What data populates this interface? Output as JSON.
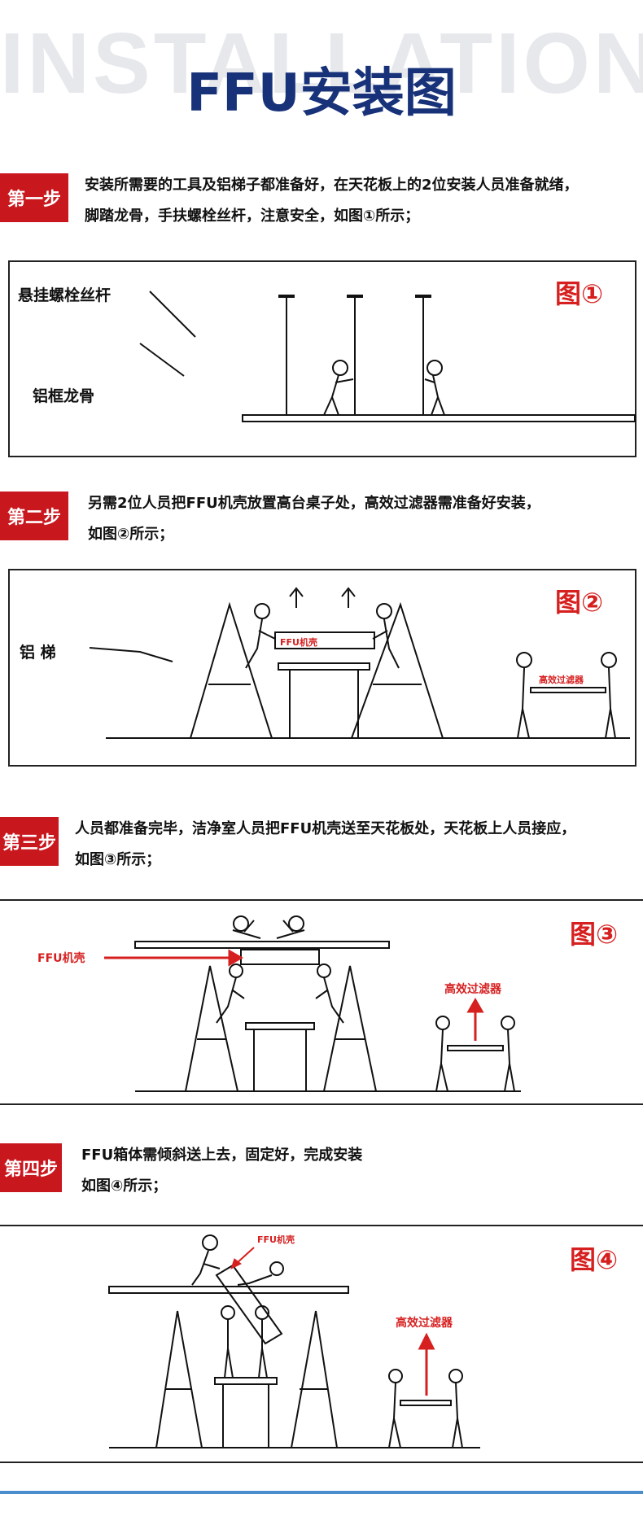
{
  "header": {
    "watermark": "INSTALLATION",
    "title": "FFU安装图"
  },
  "colors": {
    "step_badge": "#c9171e",
    "title": "#18327a",
    "figure_label": "#d61f1f",
    "footer_rule": "#4a8ccc"
  },
  "steps": [
    {
      "badge": "第一步",
      "line1": "安装所需要的工具及铝梯子都准备好，在天花板上的2位安装人员准备就绪，",
      "line2": "脚踏龙骨，手扶螺栓丝杆，注意安全，如图①所示；",
      "figure_label": "图①",
      "callouts": [
        "悬挂螺栓丝杆",
        "铝框龙骨"
      ]
    },
    {
      "badge": "第二步",
      "line1": "另需2位人员把FFU机壳放置高台桌子处，高效过滤器需准备好安装，",
      "line2": "如图②所示；",
      "figure_label": "图②",
      "callouts": [
        "铝 梯"
      ],
      "box_label": "FFU机壳",
      "filter_label": "高效过滤器"
    },
    {
      "badge": "第三步",
      "line1": "人员都准备完毕，洁净室人员把FFU机壳送至天花板处，天花板上人员接应，",
      "line2": "如图③所示；",
      "figure_label": "图③",
      "box_label": "FFU机壳",
      "filter_label": "高效过滤器"
    },
    {
      "badge": "第四步",
      "line1": "FFU箱体需倾斜送上去，固定好，完成安装",
      "line2": "如图④所示；",
      "figure_label": "图④",
      "box_label": "FFU机壳",
      "filter_label": "高效过滤器"
    }
  ]
}
